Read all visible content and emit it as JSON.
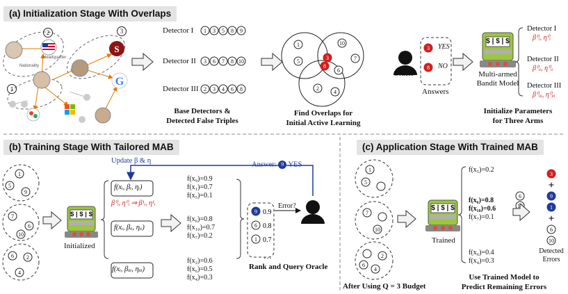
{
  "sections": {
    "a": {
      "title": "(a) Initialization Stage With Overlaps",
      "kg_labels": {
        "g2": "2",
        "g3": "3",
        "g1": "1",
        "rel1": "Nationality",
        "rel2": "Headquarter"
      },
      "detectors": [
        {
          "label": "Detector I",
          "nodes": [
            "1",
            "3",
            "5",
            "8",
            "9"
          ]
        },
        {
          "label": "Detector II",
          "nodes": [
            "3",
            "6",
            "7",
            "8",
            "10"
          ]
        },
        {
          "label": "Detector III",
          "nodes": [
            "2",
            "3",
            "4",
            "6",
            "8"
          ]
        }
      ],
      "base_caption": [
        "Base Detectors &",
        "Detected False Triples"
      ],
      "venn_nodes": [
        "1",
        "5",
        "3",
        "8",
        "10",
        "7",
        "6",
        "2",
        "4"
      ],
      "venn_caption": [
        "Find Overlaps for",
        "Initial Active Learning"
      ],
      "oracle_label": "Oracle",
      "answers": [
        {
          "node": "3",
          "text": "YES"
        },
        {
          "node": "8",
          "text": "NO"
        }
      ],
      "answers_label": "Answers",
      "machine_text": "$ | $ | $",
      "mab_label": [
        "Multi-armed",
        "Bandit Model"
      ],
      "arms": [
        {
          "label": "Detector I",
          "param": "β⁰ᵢ, η⁰ᵢ"
        },
        {
          "label": "Detector II",
          "param": "β⁰ᵢᵢ, η⁰ᵢᵢ"
        },
        {
          "label": "Detector III",
          "param": "β⁰ᵢᵢᵢ, η⁰ᵢᵢᵢ"
        }
      ],
      "init_caption": [
        "Initialize Parameters",
        "for Three Arms"
      ]
    },
    "b": {
      "title": "(b) Training Stage With Tailored MAB",
      "update_label": "Update β & η",
      "answer_label": "Answer:",
      "answer_node": "9",
      "answer_value": "YES",
      "initialized_label": "Initialized",
      "arms": [
        {
          "fn": "f(xᵢ, βᵢ, ηᵢ)",
          "scores": [
            "f(x₉)=0.9",
            "f(x₁)=0.7",
            "f(x₅)=0.1"
          ]
        },
        {
          "fn": "f(xᵢ, βᵢᵢ, ηᵢᵢ)",
          "scores": [
            "f(x₆)=0.8",
            "f(x₁₀)=0.7",
            "f(x₇)=0.2"
          ]
        },
        {
          "fn": "f(xᵢ, βᵢᵢᵢ, ηᵢᵢᵢ)",
          "scores": [
            "f(x₂)=0.6",
            "f(x₆)=0.5",
            "f(x₄)=0.3"
          ]
        }
      ],
      "update_formula": "β⁰ᵢ, η⁰ᵢ ⇒ β¹ᵢ, η¹ᵢ",
      "ranked": [
        {
          "node": "9",
          "score": "0.9"
        },
        {
          "node": "6",
          "score": "0.8"
        },
        {
          "node": "1",
          "score": "0.7"
        }
      ],
      "ellipsis": "…",
      "error_label": "Error?",
      "rank_caption": "Rank and Query Oracle"
    },
    "c": {
      "title": "(c) Application Stage With Trained MAB",
      "budget_caption": "After Using Q = 3 Budget",
      "trained_label": "Trained",
      "scores_top": [
        "f(x₅)=0.2"
      ],
      "scores_mid": [
        "f(x₆)=0.8",
        "f(x₁₀)=0.6",
        "f(x₇)=0.1"
      ],
      "scores_bot": [
        "f(x₆)=0.4",
        "f(x₄)=0.3"
      ],
      "candidates": [
        "6",
        "10"
      ],
      "detected": [
        "3",
        "+",
        "9",
        "1",
        "+",
        "6",
        "10"
      ],
      "detected_label": [
        "Detected",
        "Errors"
      ],
      "use_caption": [
        "Use Trained Model to",
        "Predict Remaining Errors"
      ]
    }
  },
  "colors": {
    "red": "#d21f1f",
    "blue": "#1f3a9a",
    "header_bg": "#e3e3e3",
    "machine_green": "#9cc63c",
    "arrow_fill": "#f2f2f2"
  }
}
